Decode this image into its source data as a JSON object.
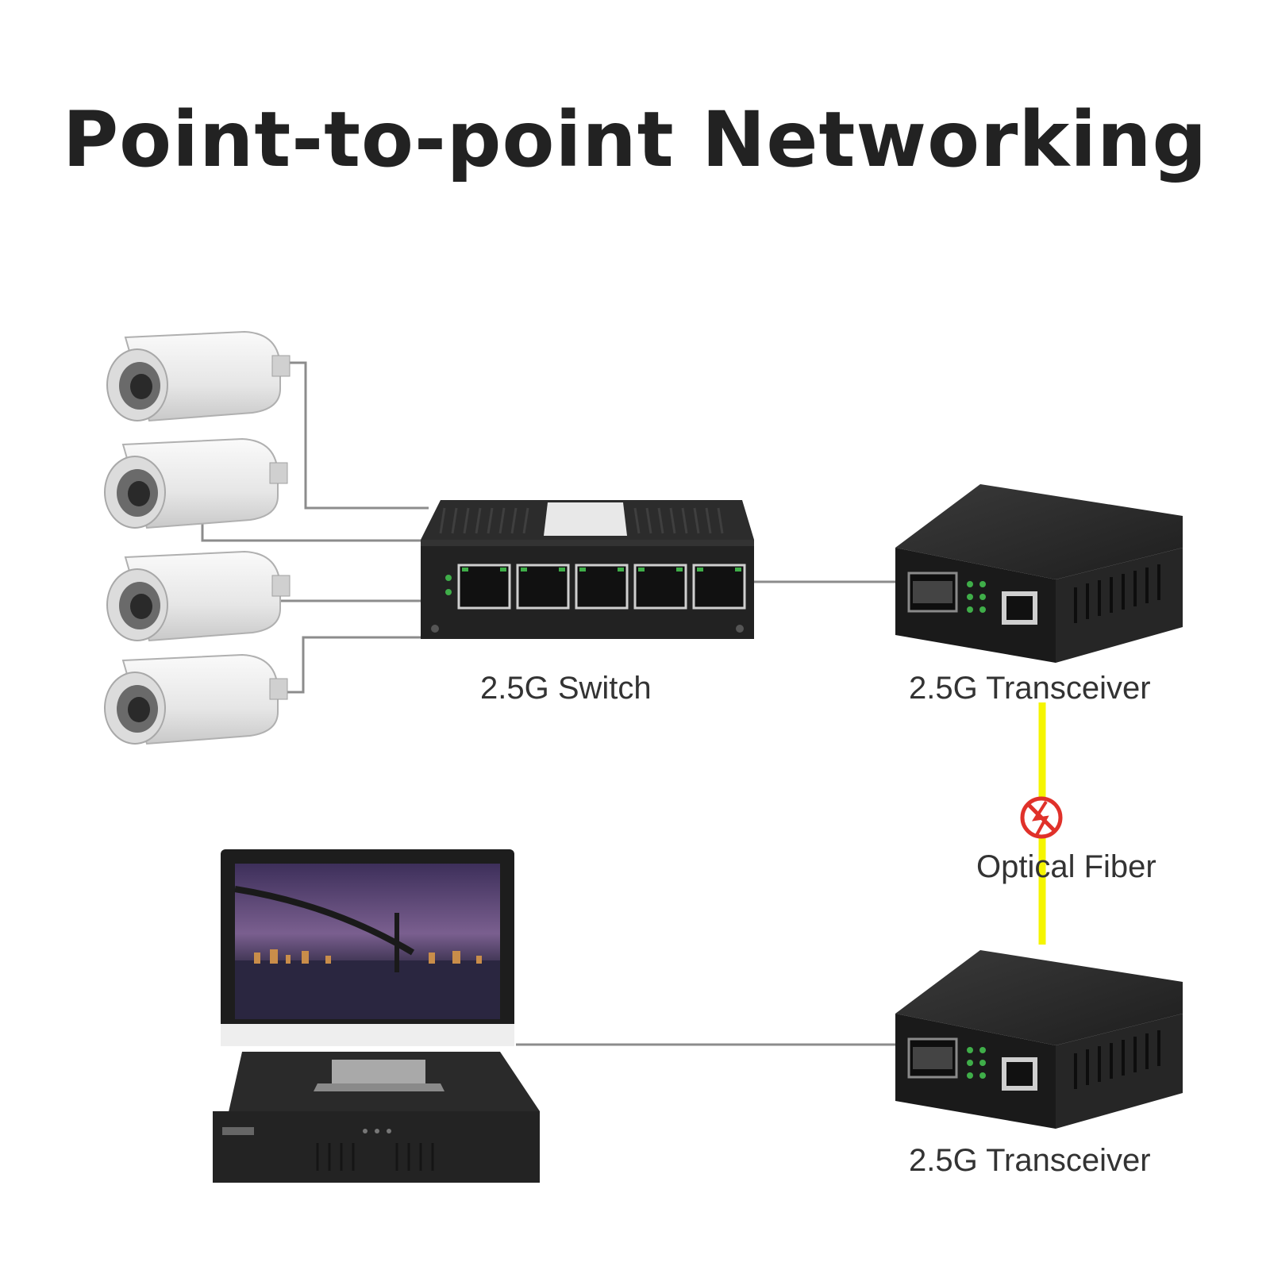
{
  "title": "Point-to-point Networking",
  "labels": {
    "switch": "2.5G Switch",
    "transceiver_top": "2.5G Transceiver",
    "fiber": "Optical Fiber",
    "transceiver_bottom": "2.5G Transceiver"
  },
  "nodes": [
    {
      "id": "camera-1",
      "kind": "camera"
    },
    {
      "id": "camera-2",
      "kind": "camera"
    },
    {
      "id": "camera-3",
      "kind": "camera"
    },
    {
      "id": "camera-4",
      "kind": "camera"
    },
    {
      "id": "switch",
      "kind": "switch",
      "ports": 5
    },
    {
      "id": "transceiver-top",
      "kind": "transceiver"
    },
    {
      "id": "transceiver-bottom",
      "kind": "transceiver"
    },
    {
      "id": "nvr-monitor",
      "kind": "computer"
    }
  ],
  "links": [
    {
      "from": "camera-1",
      "to": "switch",
      "type": "ethernet"
    },
    {
      "from": "camera-2",
      "to": "switch",
      "type": "ethernet"
    },
    {
      "from": "camera-3",
      "to": "switch",
      "type": "ethernet"
    },
    {
      "from": "camera-4",
      "to": "switch",
      "type": "ethernet"
    },
    {
      "from": "switch",
      "to": "transceiver-top",
      "type": "ethernet"
    },
    {
      "from": "transceiver-top",
      "to": "transceiver-bottom",
      "type": "optical-fiber"
    },
    {
      "from": "transceiver-bottom",
      "to": "nvr-monitor",
      "type": "ethernet"
    }
  ],
  "colors": {
    "cable": "#8c8c8c",
    "fiber": "#f5f500",
    "device_dark": "#2b2b2b",
    "port_green": "#3fae49",
    "title": "#222222",
    "fiber_warning": "#e0312a"
  },
  "icons": {
    "fiber_symbol": "no-electricity-icon"
  }
}
